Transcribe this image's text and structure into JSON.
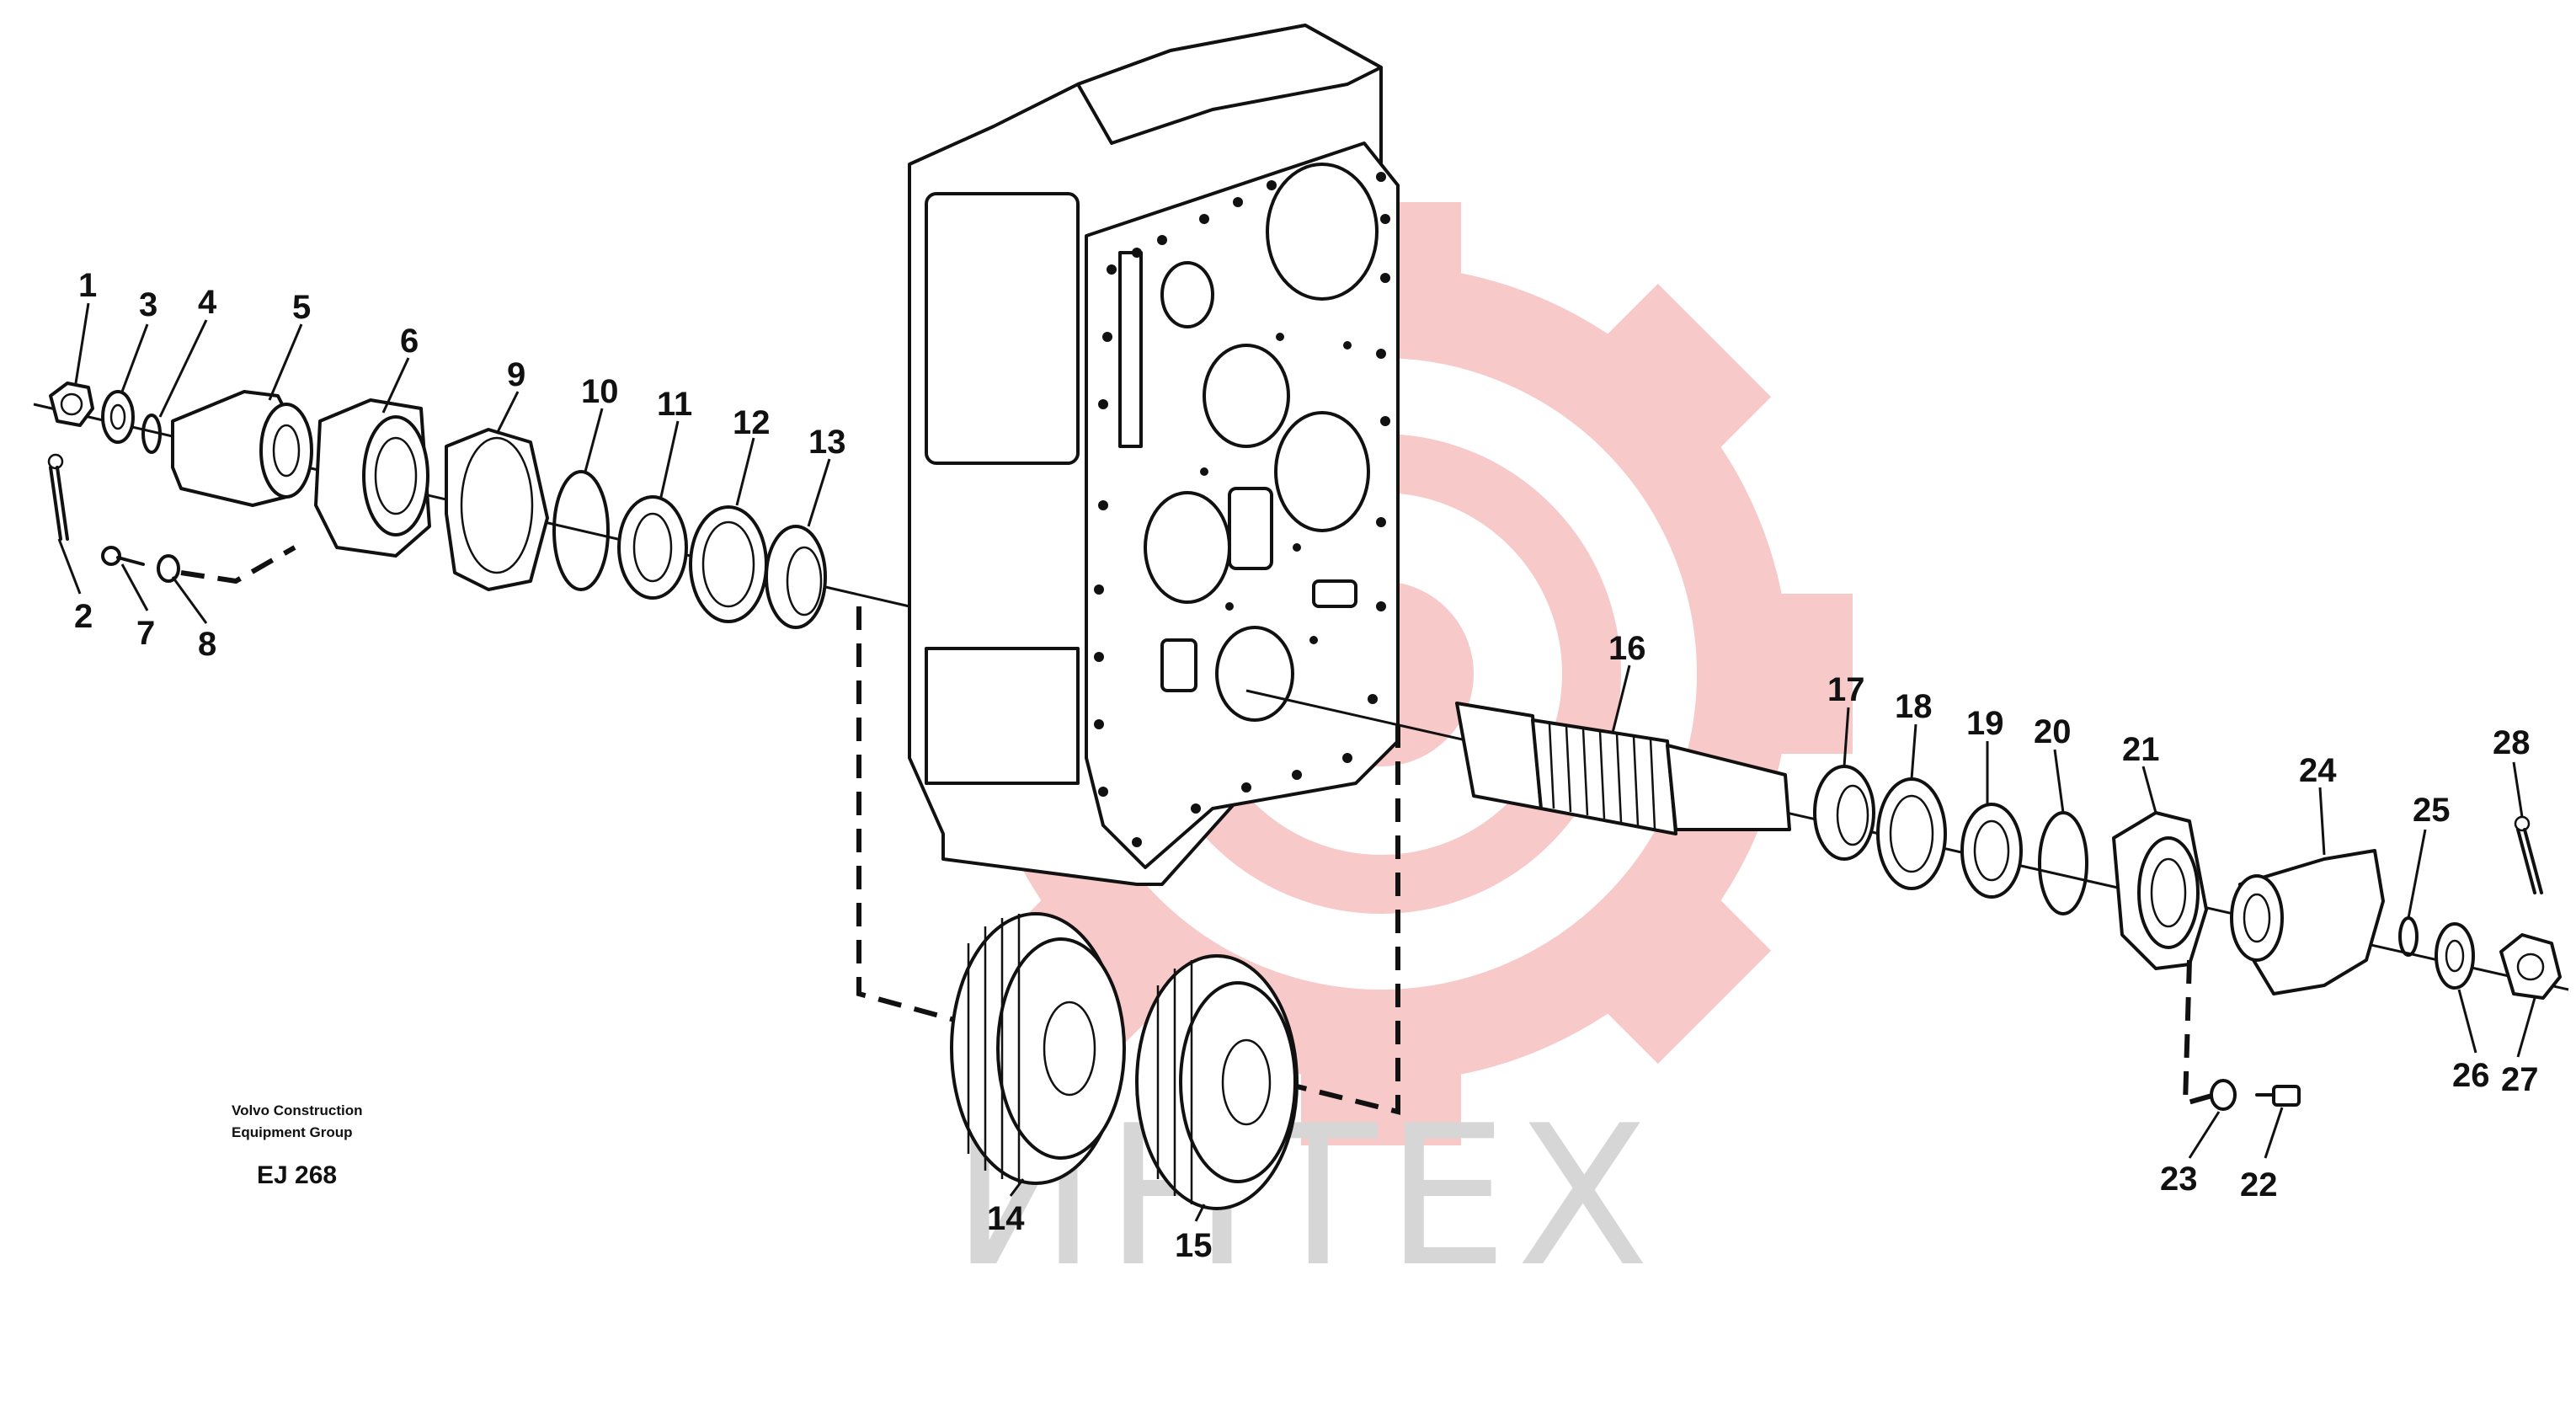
{
  "credit": {
    "line1": "Volvo Construction",
    "line2": "Equipment Group"
  },
  "drawing_code": "EJ 268",
  "watermark": {
    "text": "ИНТЕХ",
    "gear_color": "#f7c9c9",
    "text_color": "#d6d6d6"
  },
  "callouts": {
    "c1": "1",
    "c2": "2",
    "c3": "3",
    "c4": "4",
    "c5": "5",
    "c6": "6",
    "c7": "7",
    "c8": "8",
    "c9": "9",
    "c10": "10",
    "c11": "11",
    "c12": "12",
    "c13": "13",
    "c14": "14",
    "c15": "15",
    "c16": "16",
    "c17": "17",
    "c18": "18",
    "c19": "19",
    "c20": "20",
    "c21": "21",
    "c22": "22",
    "c23": "23",
    "c24": "24",
    "c25": "25",
    "c26": "26",
    "c27": "27",
    "c28": "28"
  }
}
